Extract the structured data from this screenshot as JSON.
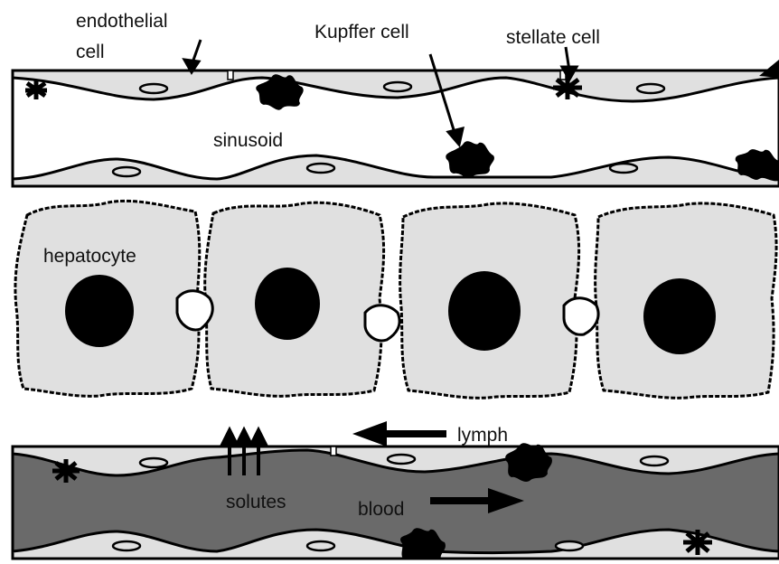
{
  "labels": {
    "endothelial_line1": "endothelial",
    "endothelial_line2": "cell",
    "kupffer": "Kupffer cell",
    "stellate": "stellate cell",
    "sinusoid": "sinusoid",
    "hepatocyte": "hepatocyte",
    "lymph": "lymph",
    "solutes": "solutes",
    "blood": "blood"
  },
  "colors": {
    "cell_fill": "#e0e0e0",
    "blood_fill": "#6a6a6a",
    "outline": "#000000",
    "nucleus": "#000000",
    "background": "#ffffff"
  },
  "icons": {
    "kupffer": "star-blob",
    "stellate": "asterisk",
    "flow": "arrow"
  }
}
